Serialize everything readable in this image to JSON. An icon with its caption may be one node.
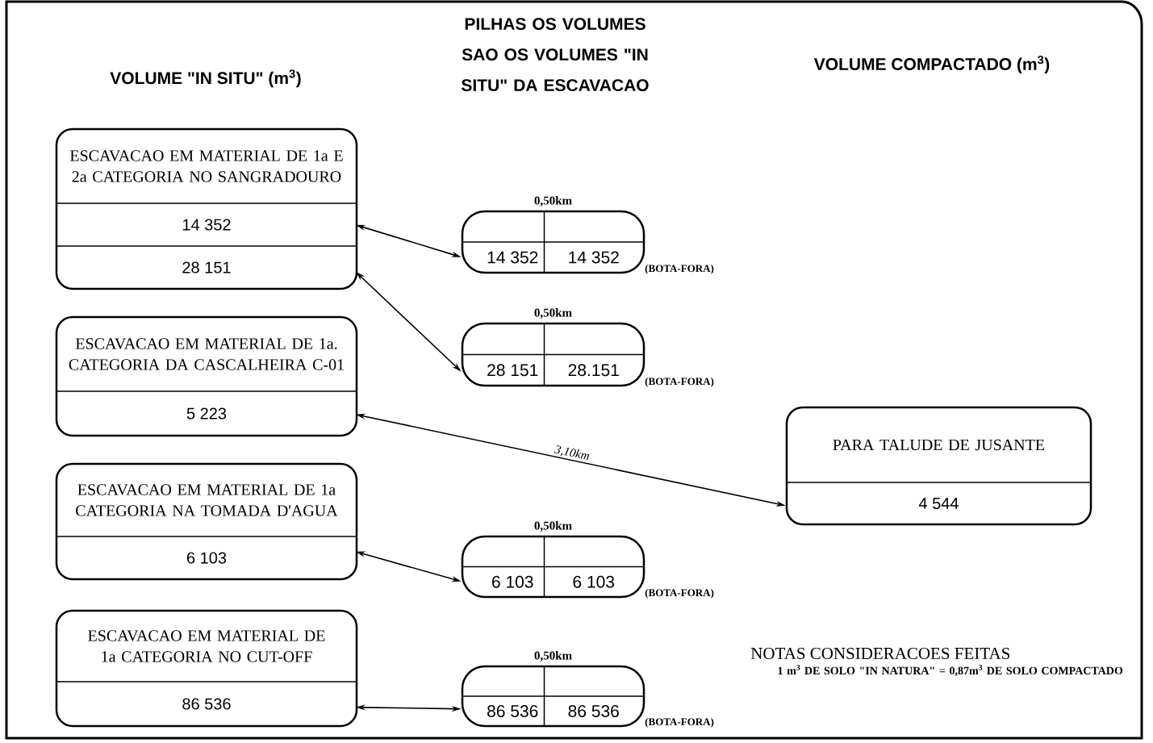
{
  "diagram": {
    "nodes": [
      {
        "text": [
          "ESCAVACAO EM MATERIAL DE 1a E 2a CATEGORIA NO SANGRADOURO",
          "14 352",
          "28 151"
        ]
      },
      {
        "text": [
          "14 352",
          "14 352"
        ],
        "beside": [
          "0,50km",
          "(BOTA-FORA)"
        ]
      },
      {
        "text": [
          "28 151",
          "28.151"
        ],
        "beside": [
          "0,50km",
          "(BOTA-FORA)"
        ]
      },
      {
        "text": [
          "ESCAVACAO EM MATERIAL DE 1a. CATEGORIA DA CASCALHEIRA C-01",
          "5 223"
        ]
      },
      {
        "text": [
          "PARA TALUDE DE JUSANTE",
          "4 544"
        ]
      },
      {
        "text": [
          "ESCAVACAO EM MATERIAL DE 1a CATEGORIA NA TOMADA D'AGUA",
          "6 103"
        ]
      },
      {
        "text": [
          "6 103",
          "6 103"
        ],
        "beside": [
          "0,50km",
          "(BOTA-FORA)"
        ]
      },
      {
        "text": [
          "ESCAVACAO EM MATERIAL DE 1a CATEGORIA NO CUT-OFF",
          "86 536"
        ]
      },
      {
        "text": [
          "86 536",
          "86 536"
        ],
        "beside": [
          "0,50km",
          "(BOTA-FORA)"
        ]
      }
    ],
    "edges": [
      {
        "from": 0,
        "to": 1,
        "arrow": "both"
      },
      {
        "from": 0,
        "to": 2,
        "arrow": "both"
      },
      {
        "from": 3,
        "to": 4,
        "arrow": "both",
        "label": "3,10km"
      },
      {
        "from": 5,
        "to": 6,
        "arrow": "both"
      },
      {
        "from": 7,
        "to": 8,
        "arrow": "both"
      }
    ],
    "labels": [
      "VOLUME \"IN SITU\" (m$^{3}$)",
      "PILHAS OS VOLUMES SAO OS VOLUMES \"IN SITU\" DA ESCAVACAO",
      "VOLUME COMPACTADO (m$^{3}$)",
      "NOTAS CONSIDERACOES FEITAS",
      "1 m$^{3}$ DE SOLO \"IN NATURA\" = 0,87m$^{3}$ DE SOLO COMPACTADO"
    ]
  }
}
